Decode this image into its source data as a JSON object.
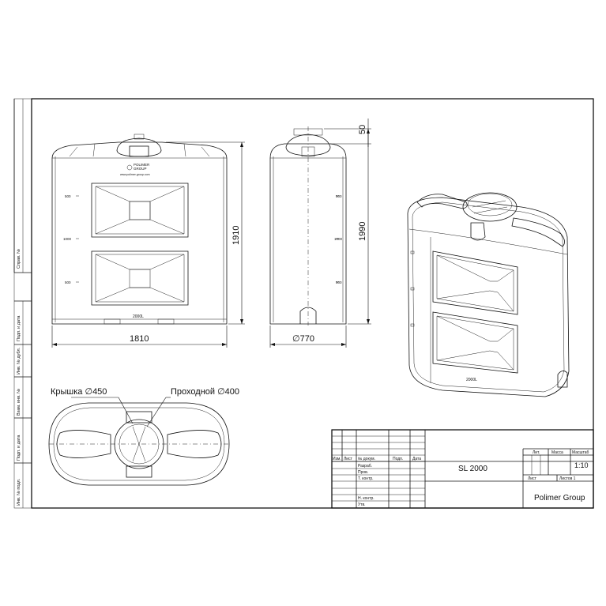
{
  "drawing": {
    "front_view": {
      "width_dim": "1810",
      "height_dim": "1910",
      "level_marks": [
        "500",
        "1000",
        "500"
      ],
      "volume_label": "2000L",
      "logo_text": [
        "POLIMER",
        "GROUP"
      ],
      "logo_url": "www.polimer-group.com"
    },
    "side_view": {
      "diameter_dim": "∅770",
      "height_dim": "1990",
      "top_dim": "50",
      "level_marks": [
        "500",
        "1000",
        "500"
      ]
    },
    "iso_view": {
      "volume_label": "2000L"
    },
    "top_view": {
      "lid_label": "Крышка ∅450",
      "passage_label": "Проходной ∅400"
    }
  },
  "side_stamp": {
    "labels": [
      "Справ. №",
      "Подп. и дата",
      "Инв. № дубл.",
      "Взам. инв. №",
      "Подп. и дата",
      "Инв. № подл."
    ]
  },
  "title_block": {
    "columns": [
      "Изм.",
      "Лист",
      "№ докум.",
      "Подп.",
      "Дата"
    ],
    "roles": [
      "Разраб.",
      "Пров.",
      "Т. контр.",
      "Н. контр.",
      "Утв."
    ],
    "designation": "SL 2000",
    "lit_label": "Лит.",
    "mass_label": "Масса",
    "scale_label": "Масштаб",
    "scale_value": "1:10",
    "sheet_label": "Лист",
    "sheets_label": "Листов 1",
    "company": "Polimer Group"
  }
}
